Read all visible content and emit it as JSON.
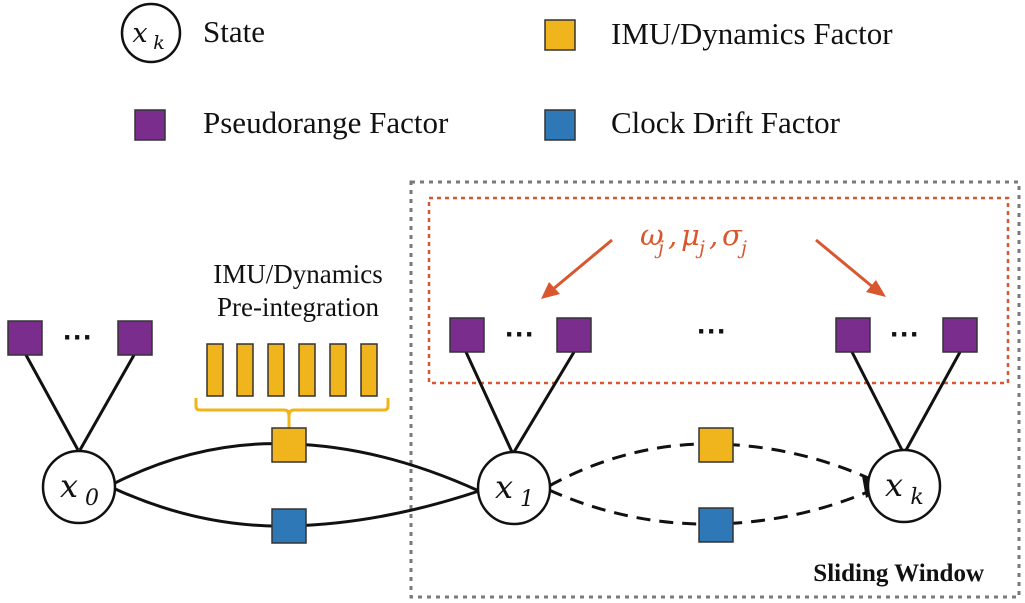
{
  "legend": {
    "state_symbol_var": "x",
    "state_symbol_sub": "k",
    "state_label": "State",
    "imu_label": "IMU/Dynamics Factor",
    "pseudorange_label": "Pseudorange Factor",
    "clock_label": "Clock Drift Factor"
  },
  "preintegration": {
    "line1": "IMU/Dynamics",
    "line2": "Pre-integration"
  },
  "nodes": {
    "x0": {
      "var": "x",
      "sub": "0"
    },
    "x1": {
      "var": "x",
      "sub": "1"
    },
    "xk": {
      "var": "x",
      "sub": "k"
    }
  },
  "params": {
    "omega": "ω",
    "mu": "μ",
    "sigma": "σ",
    "sub": "j",
    "sep": ","
  },
  "ellipsis": "···",
  "window_label": "Sliding Window",
  "colors": {
    "imu": "#F0B41C",
    "pseudorange": "#7B2D8E",
    "clock": "#2E78B8",
    "red": "#D9572E",
    "outline": "#333333",
    "window_border": "#7a7a7a"
  }
}
